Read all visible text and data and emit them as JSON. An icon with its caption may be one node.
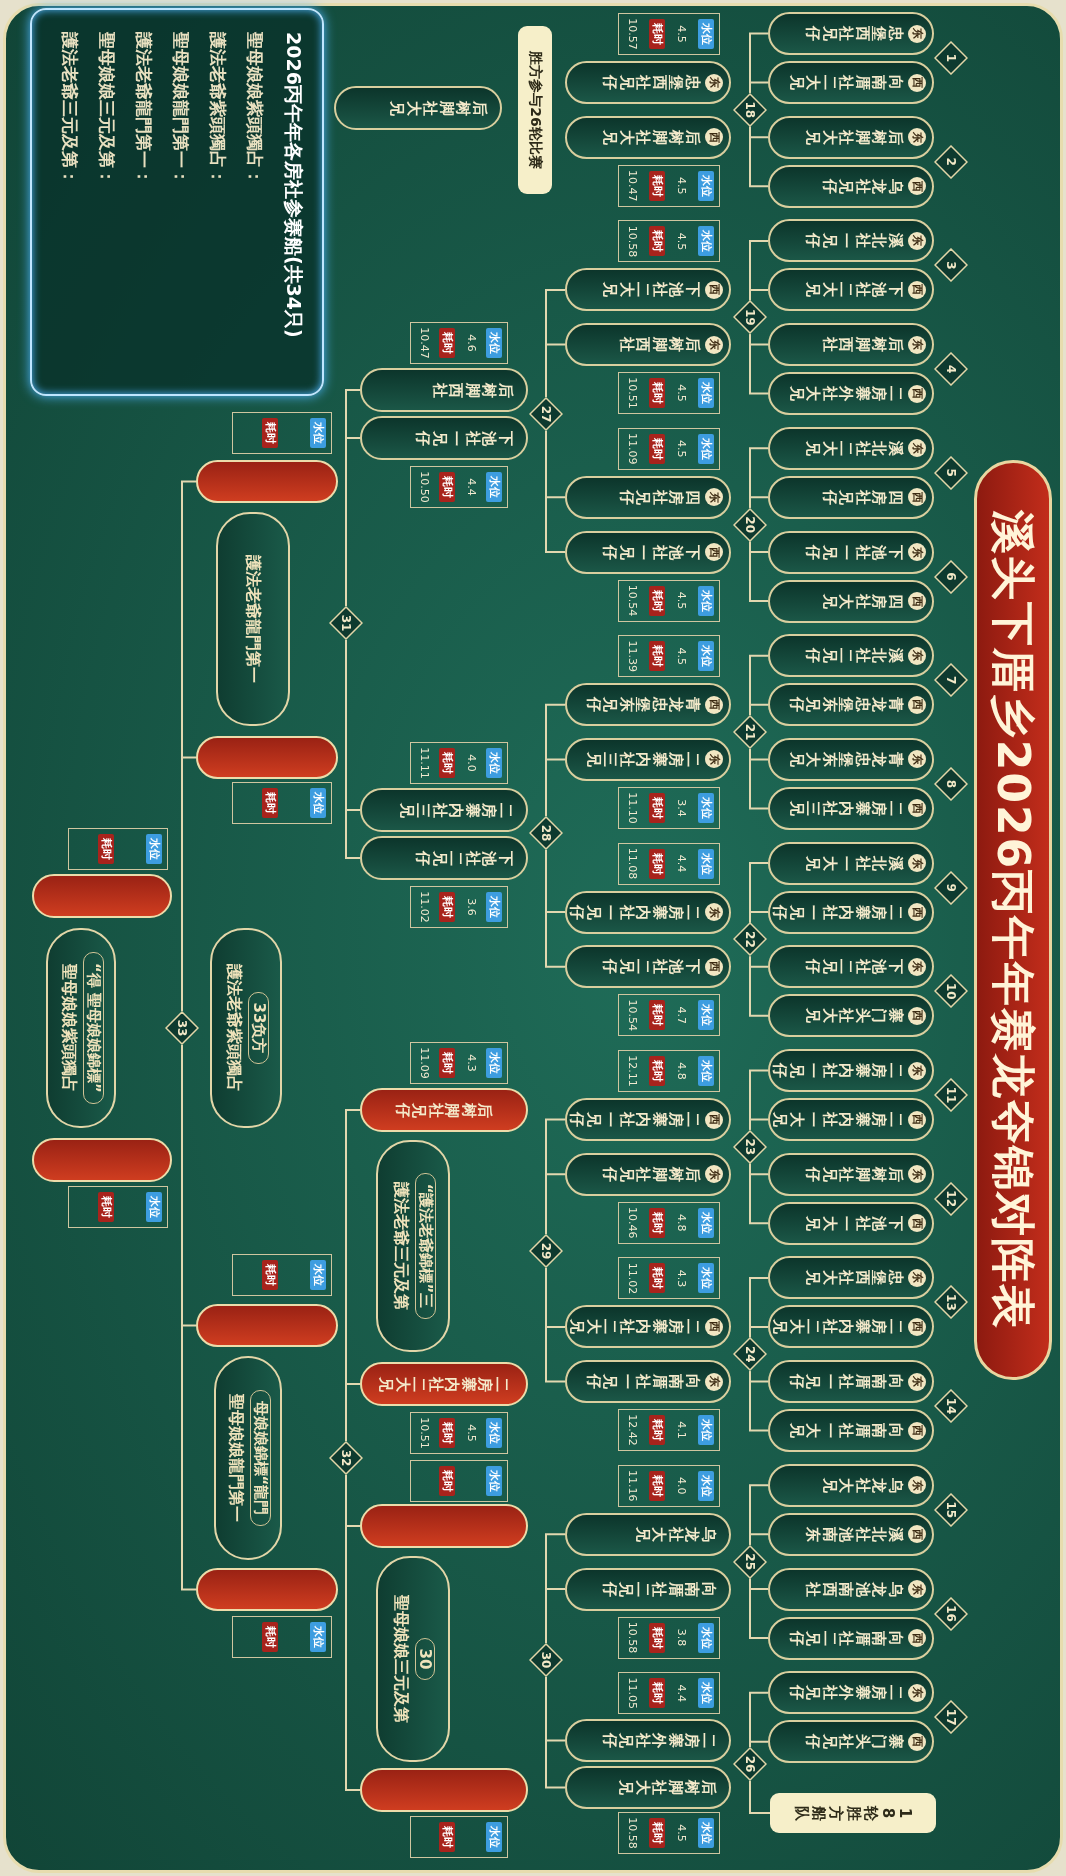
{
  "diagram": {
    "title": "溪头下厝乡2026丙午年赛龙夺锦对阵表",
    "nodes": [
      {
        "text": [
          "2026丙午年各房社参赛船(共34只)",
          "聖母娘娘紫頭獨占：",
          "護法老爺紫頭獨占：",
          "聖母娘娘龍門第一：",
          "護法老爺龍門第一：",
          "聖母娘娘三元及第：",
          "護法老爺三元及第："
        ]
      },
      {
        "text": [
          "胜方参与26轮比赛"
        ]
      },
      {
        "text": [
          "后树脚社大兄"
        ]
      },
      {
        "text": [
          "1"
        ]
      },
      {
        "text": [
          "东",
          "忠堡西社兄仔"
        ]
      },
      {
        "text": [
          "西",
          "向南厝社二大兄"
        ]
      },
      {
        "text": [
          "2"
        ]
      },
      {
        "text": [
          "东",
          "后树脚社大兄"
        ]
      },
      {
        "text": [
          "西",
          "乌龙社兄仔"
        ]
      },
      {
        "text": [
          "3"
        ]
      },
      {
        "text": [
          "东",
          "溪北社一兄仔"
        ]
      },
      {
        "text": [
          "西",
          "下池社二大兄"
        ]
      },
      {
        "text": [
          "4"
        ]
      },
      {
        "text": [
          "东",
          "后树脚西社"
        ]
      },
      {
        "text": [
          "西",
          "二房寨外社大兄"
        ]
      },
      {
        "text": [
          "5"
        ]
      },
      {
        "text": [
          "东",
          "溪北社二大兄"
        ]
      },
      {
        "text": [
          "西",
          "四房社兄仔"
        ]
      },
      {
        "text": [
          "6"
        ]
      },
      {
        "text": [
          "东",
          "下池社一兄仔"
        ]
      },
      {
        "text": [
          "西",
          "四房社大兄"
        ]
      },
      {
        "text": [
          "7"
        ]
      },
      {
        "text": [
          "东",
          "溪北社二兄仔"
        ]
      },
      {
        "text": [
          "西",
          "青龙忠堡东兄仔"
        ]
      },
      {
        "text": [
          "8"
        ]
      },
      {
        "text": [
          "东",
          "青龙忠堡东大兄"
        ]
      },
      {
        "text": [
          "西",
          "二房寨内社三兄"
        ]
      },
      {
        "text": [
          "9"
        ]
      },
      {
        "text": [
          "东",
          "溪北社一大兄"
        ]
      },
      {
        "text": [
          "西",
          "二房寨内社一兄仔"
        ]
      },
      {
        "text": [
          "10"
        ]
      },
      {
        "text": [
          "东",
          "下池社二兄仔"
        ]
      },
      {
        "text": [
          "西",
          "寨门头社大兄"
        ]
      },
      {
        "text": [
          "11"
        ]
      },
      {
        "text": [
          "东",
          "二房寨内社一兄仔"
        ]
      },
      {
        "text": [
          "西",
          "二房寨内社一大兄"
        ]
      },
      {
        "text": [
          "12"
        ]
      },
      {
        "text": [
          "东",
          "后树脚社兄仔"
        ]
      },
      {
        "text": [
          "西",
          "下池社一大兄"
        ]
      },
      {
        "text": [
          "13"
        ]
      },
      {
        "text": [
          "东",
          "忠堡西社大兄"
        ]
      },
      {
        "text": [
          "西",
          "二房寨内社二大兄"
        ]
      },
      {
        "text": [
          "14"
        ]
      },
      {
        "text": [
          "东",
          "向南厝社一兄仔"
        ]
      },
      {
        "text": [
          "西",
          "向南厝社一大兄"
        ]
      },
      {
        "text": [
          "15"
        ]
      },
      {
        "text": [
          "东",
          "乌龙社大兄"
        ]
      },
      {
        "text": [
          "西",
          "溪北社池南东"
        ]
      },
      {
        "text": [
          "16"
        ]
      },
      {
        "text": [
          "东",
          "乌龙池南西社"
        ]
      },
      {
        "text": [
          "西",
          "向南厝社二兄仔"
        ]
      },
      {
        "text": [
          "17"
        ]
      },
      {
        "text": [
          "东",
          "二房寨外社兄仔"
        ]
      },
      {
        "text": [
          "西",
          "寨门头社兄仔"
        ]
      },
      {
        "text": [
          "18轮胜方船队"
        ]
      },
      {
        "text": [
          "水位",
          "4.5",
          "耗时",
          "10.57"
        ]
      },
      {
        "text": [
          "水位",
          "4.5",
          "耗时",
          "10.47"
        ]
      },
      {
        "text": [
          "水位",
          "4.5",
          "耗时",
          "10.58"
        ]
      },
      {
        "text": [
          "水位",
          "4.5",
          "耗时",
          "10.51"
        ]
      },
      {
        "text": [
          "水位",
          "4.5",
          "耗时",
          "11.09"
        ]
      },
      {
        "text": [
          "水位",
          "4.5",
          "耗时",
          "10.54"
        ]
      },
      {
        "text": [
          "水位",
          "4.5",
          "耗时",
          "11.39"
        ]
      },
      {
        "text": [
          "水位",
          "3.4",
          "耗时",
          "11.10"
        ]
      },
      {
        "text": [
          "水位",
          "4.4",
          "耗时",
          "11.08"
        ]
      },
      {
        "text": [
          "水位",
          "4.7",
          "耗时",
          "10.54"
        ]
      },
      {
        "text": [
          "水位",
          "4.8",
          "耗时",
          "12.11"
        ]
      },
      {
        "text": [
          "水位",
          "4.8",
          "耗时",
          "10.46"
        ]
      },
      {
        "text": [
          "水位",
          "4.3",
          "耗时",
          "11.02"
        ]
      },
      {
        "text": [
          "水位",
          "4.1",
          "耗时",
          "12.42"
        ]
      },
      {
        "text": [
          "水位",
          "4.0",
          "耗时",
          "11.16"
        ]
      },
      {
        "text": [
          "水位",
          "3.8",
          "耗时",
          "10.58"
        ]
      },
      {
        "text": [
          "水位",
          "4.4",
          "耗时",
          "11.05"
        ]
      },
      {
        "text": [
          "水位",
          "4.5",
          "耗时",
          "10.58"
        ]
      },
      {
        "text": [
          "18"
        ]
      },
      {
        "text": [
          "东",
          "忠堡西社兄仔"
        ]
      },
      {
        "text": [
          "西",
          "后树脚社大兄"
        ]
      },
      {
        "text": [
          "19"
        ]
      },
      {
        "text": [
          "西",
          "下池社二大兄"
        ]
      },
      {
        "text": [
          "东",
          "后树脚西社"
        ]
      },
      {
        "text": [
          "20"
        ]
      },
      {
        "text": [
          "东",
          "四房社兄仔"
        ]
      },
      {
        "text": [
          "西",
          "下池社一兄仔"
        ]
      },
      {
        "text": [
          "21"
        ]
      },
      {
        "text": [
          "西",
          "青龙忠堡东兄仔"
        ]
      },
      {
        "text": [
          "东",
          "二房寨内社三兄"
        ]
      },
      {
        "text": [
          "22"
        ]
      },
      {
        "text": [
          "东",
          "二房寨内社一兄仔"
        ]
      },
      {
        "text": [
          "西",
          "下池社二兄仔"
        ]
      },
      {
        "text": [
          "23"
        ]
      },
      {
        "text": [
          "西",
          "二房寨内社一兄仔"
        ]
      },
      {
        "text": [
          "东",
          "后树脚社兄仔"
        ]
      },
      {
        "text": [
          "24"
        ]
      },
      {
        "text": [
          "西",
          "二房寨内社二大兄"
        ]
      },
      {
        "text": [
          "东",
          "向南厝社一兄仔"
        ]
      },
      {
        "text": [
          "25"
        ]
      },
      {
        "text": [
          "乌龙社大兄"
        ]
      },
      {
        "text": [
          "向南厝社二兄仔"
        ]
      },
      {
        "text": [
          "26"
        ]
      },
      {
        "text": [
          "二房寨外社兄仔"
        ]
      },
      {
        "text": [
          "后树脚社大兄"
        ]
      },
      {
        "text": [
          "水位",
          "4.6",
          "耗时",
          "10.47"
        ]
      },
      {
        "text": [
          "水位",
          "4.4",
          "耗时",
          "10.50"
        ]
      },
      {
        "text": [
          "水位",
          "4.0",
          "耗时",
          "11.11"
        ]
      },
      {
        "text": [
          "水位",
          "3.6",
          "耗时",
          "11.02"
        ]
      },
      {
        "text": [
          "水位",
          "4.3",
          "耗时",
          "11.09"
        ]
      },
      {
        "text": [
          "水位",
          "4.5",
          "耗时",
          "10.51"
        ]
      },
      {
        "text": [
          "水位",
          "耗时"
        ]
      },
      {
        "text": [
          "水位",
          "耗时"
        ]
      },
      {
        "text": [
          "27"
        ]
      },
      {
        "text": [
          "后树脚西社"
        ]
      },
      {
        "text": [
          "下池社一兄仔"
        ]
      },
      {
        "text": [
          "28"
        ]
      },
      {
        "text": [
          "二房寨内社三兄"
        ]
      },
      {
        "text": [
          "下池社二兄仔"
        ]
      },
      {
        "text": [
          "29"
        ]
      },
      {
        "text": [
          "后树脚社兄仔"
        ]
      },
      {
        "text": [
          "二房寨内社二大兄"
        ]
      },
      {
        "text": [
          "30"
        ]
      },
      {
        "text": [],
        "shape": "box"
      },
      {
        "text": [],
        "shape": "box"
      },
      {
        "text": [
          "水位",
          "耗时"
        ]
      },
      {
        "text": [
          "水位",
          "耗时"
        ]
      },
      {
        "text": [
          "水位",
          "耗时"
        ]
      },
      {
        "text": [
          "水位",
          "耗时"
        ]
      },
      {
        "text": [
          "“護法老爺錦標”三",
          "護法老爺三元及第"
        ]
      },
      {
        "text": [
          "30",
          "聖母娘娘三元及第"
        ]
      },
      {
        "text": [
          "31"
        ]
      },
      {
        "text": [],
        "shape": "box"
      },
      {
        "text": [],
        "shape": "box"
      },
      {
        "text": [
          "32"
        ]
      },
      {
        "text": [],
        "shape": "box"
      },
      {
        "text": [],
        "shape": "box"
      },
      {
        "text": [
          "護法老爺龍門第一"
        ]
      },
      {
        "text": [
          "33负方",
          "護法老爺紫頭獨占"
        ]
      },
      {
        "text": [
          "母娘娘錦標“龍門",
          "聖母娘娘龍門第一"
        ]
      },
      {
        "text": [
          "33"
        ]
      },
      {
        "text": [],
        "shape": "box"
      },
      {
        "text": [],
        "shape": "box"
      },
      {
        "text": [
          "水位",
          "耗时"
        ]
      },
      {
        "text": [
          "水位",
          "耗时"
        ]
      },
      {
        "text": [
          "“得 聖母娘娘錦標”",
          "聖母娘娘紫頭獨占"
        ]
      }
    ],
    "edges": [
      {
        "from": 4,
        "to": 73,
        "arrow": "none"
      },
      {
        "from": 5,
        "to": 73,
        "arrow": "none"
      },
      {
        "from": 7,
        "to": 73,
        "arrow": "none"
      },
      {
        "from": 8,
        "to": 73,
        "arrow": "none"
      },
      {
        "from": 10,
        "to": 76,
        "arrow": "none"
      },
      {
        "from": 11,
        "to": 76,
        "arrow": "none"
      },
      {
        "from": 13,
        "to": 76,
        "arrow": "none"
      },
      {
        "from": 14,
        "to": 76,
        "arrow": "none"
      },
      {
        "from": 16,
        "to": 79,
        "arrow": "none"
      },
      {
        "from": 17,
        "to": 79,
        "arrow": "none"
      },
      {
        "from": 19,
        "to": 79,
        "arrow": "none"
      },
      {
        "from": 20,
        "to": 79,
        "arrow": "none"
      },
      {
        "from": 22,
        "to": 82,
        "arrow": "none"
      },
      {
        "from": 23,
        "to": 82,
        "arrow": "none"
      },
      {
        "from": 25,
        "to": 82,
        "arrow": "none"
      },
      {
        "from": 26,
        "to": 82,
        "arrow": "none"
      },
      {
        "from": 28,
        "to": 85,
        "arrow": "none"
      },
      {
        "from": 29,
        "to": 85,
        "arrow": "none"
      },
      {
        "from": 31,
        "to": 85,
        "arrow": "none"
      },
      {
        "from": 32,
        "to": 85,
        "arrow": "none"
      },
      {
        "from": 34,
        "to": 88,
        "arrow": "none"
      },
      {
        "from": 35,
        "to": 88,
        "arrow": "none"
      },
      {
        "from": 37,
        "to": 88,
        "arrow": "none"
      },
      {
        "from": 38,
        "to": 88,
        "arrow": "none"
      },
      {
        "from": 40,
        "to": 91,
        "arrow": "none"
      },
      {
        "from": 41,
        "to": 91,
        "arrow": "none"
      },
      {
        "from": 43,
        "to": 91,
        "arrow": "none"
      },
      {
        "from": 44,
        "to": 91,
        "arrow": "none"
      },
      {
        "from": 46,
        "to": 94,
        "arrow": "none"
      },
      {
        "from": 47,
        "to": 94,
        "arrow": "none"
      },
      {
        "from": 49,
        "to": 94,
        "arrow": "none"
      },
      {
        "from": 50,
        "to": 94,
        "arrow": "none"
      },
      {
        "from": 52,
        "to": 97,
        "arrow": "none"
      },
      {
        "from": 53,
        "to": 97,
        "arrow": "none"
      },
      {
        "from": 54,
        "to": 97,
        "arrow": "none"
      },
      {
        "from": 77,
        "to": 108,
        "arrow": "none"
      },
      {
        "from": 78,
        "to": 108,
        "arrow": "none"
      },
      {
        "from": 80,
        "to": 108,
        "arrow": "none"
      },
      {
        "from": 81,
        "to": 108,
        "arrow": "none"
      },
      {
        "from": 83,
        "to": 111,
        "arrow": "none"
      },
      {
        "from": 84,
        "to": 111,
        "arrow": "none"
      },
      {
        "from": 86,
        "to": 111,
        "arrow": "none"
      },
      {
        "from": 87,
        "to": 111,
        "arrow": "none"
      },
      {
        "from": 89,
        "to": 114,
        "arrow": "none"
      },
      {
        "from": 90,
        "to": 114,
        "arrow": "none"
      },
      {
        "from": 92,
        "to": 114,
        "arrow": "none"
      },
      {
        "from": 93,
        "to": 114,
        "arrow": "none"
      },
      {
        "from": 95,
        "to": 117,
        "arrow": "none"
      },
      {
        "from": 96,
        "to": 117,
        "arrow": "none"
      },
      {
        "from": 98,
        "to": 117,
        "arrow": "none"
      },
      {
        "from": 99,
        "to": 117,
        "arrow": "none"
      },
      {
        "from": 109,
        "to": 126,
        "arrow": "none"
      },
      {
        "from": 110,
        "to": 126,
        "arrow": "none"
      },
      {
        "from": 112,
        "to": 126,
        "arrow": "none"
      },
      {
        "from": 113,
        "to": 126,
        "arrow": "none"
      },
      {
        "from": 115,
        "to": 129,
        "arrow": "none"
      },
      {
        "from": 116,
        "to": 129,
        "arrow": "none"
      },
      {
        "from": 118,
        "to": 129,
        "arrow": "none"
      },
      {
        "from": 119,
        "to": 129,
        "arrow": "none"
      },
      {
        "from": 127,
        "to": 135,
        "arrow": "none"
      },
      {
        "from": 128,
        "to": 135,
        "arrow": "none"
      },
      {
        "from": 130,
        "to": 135,
        "arrow": "none"
      },
      {
        "from": 131,
        "to": 135,
        "arrow": "none"
      }
    ]
  }
}
